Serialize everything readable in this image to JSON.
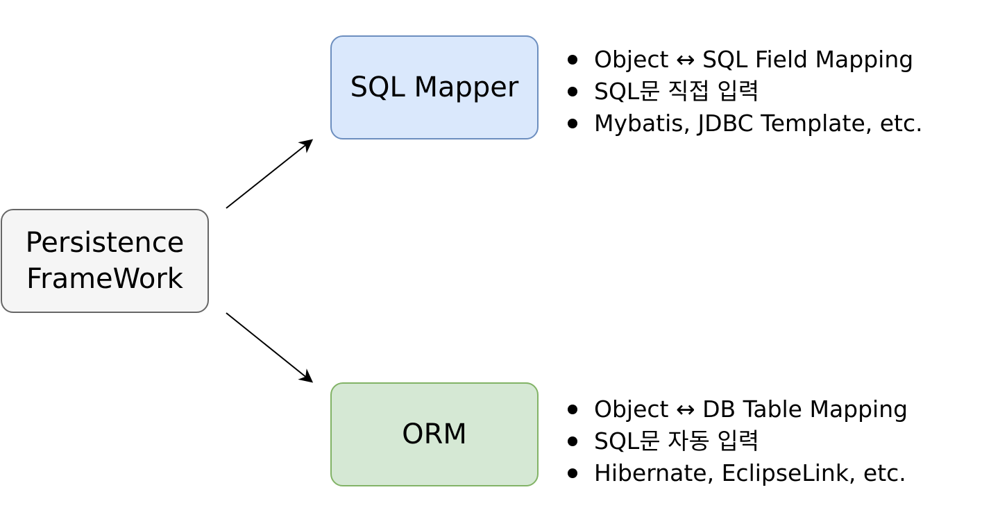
{
  "colors": {
    "root_fill": "#f5f5f5",
    "root_stroke": "#666666",
    "top_fill": "#dae8fc",
    "top_stroke": "#6c8ebf",
    "bottom_fill": "#d5e8d4",
    "bottom_stroke": "#82b366",
    "arrow": "#000000"
  },
  "root": {
    "line1": "Persistence",
    "line2": "FrameWork"
  },
  "sql_mapper": {
    "title": "SQL Mapper",
    "bullets": [
      "Object ↔ SQL Field Mapping",
      "SQL문 직접 입력",
      "Mybatis, JDBC Template, etc."
    ]
  },
  "orm": {
    "title": "ORM",
    "bullets": [
      "Object ↔ DB Table Mapping",
      "SQL문 자동 입력",
      "Hibernate, EclipseLink, etc."
    ]
  }
}
